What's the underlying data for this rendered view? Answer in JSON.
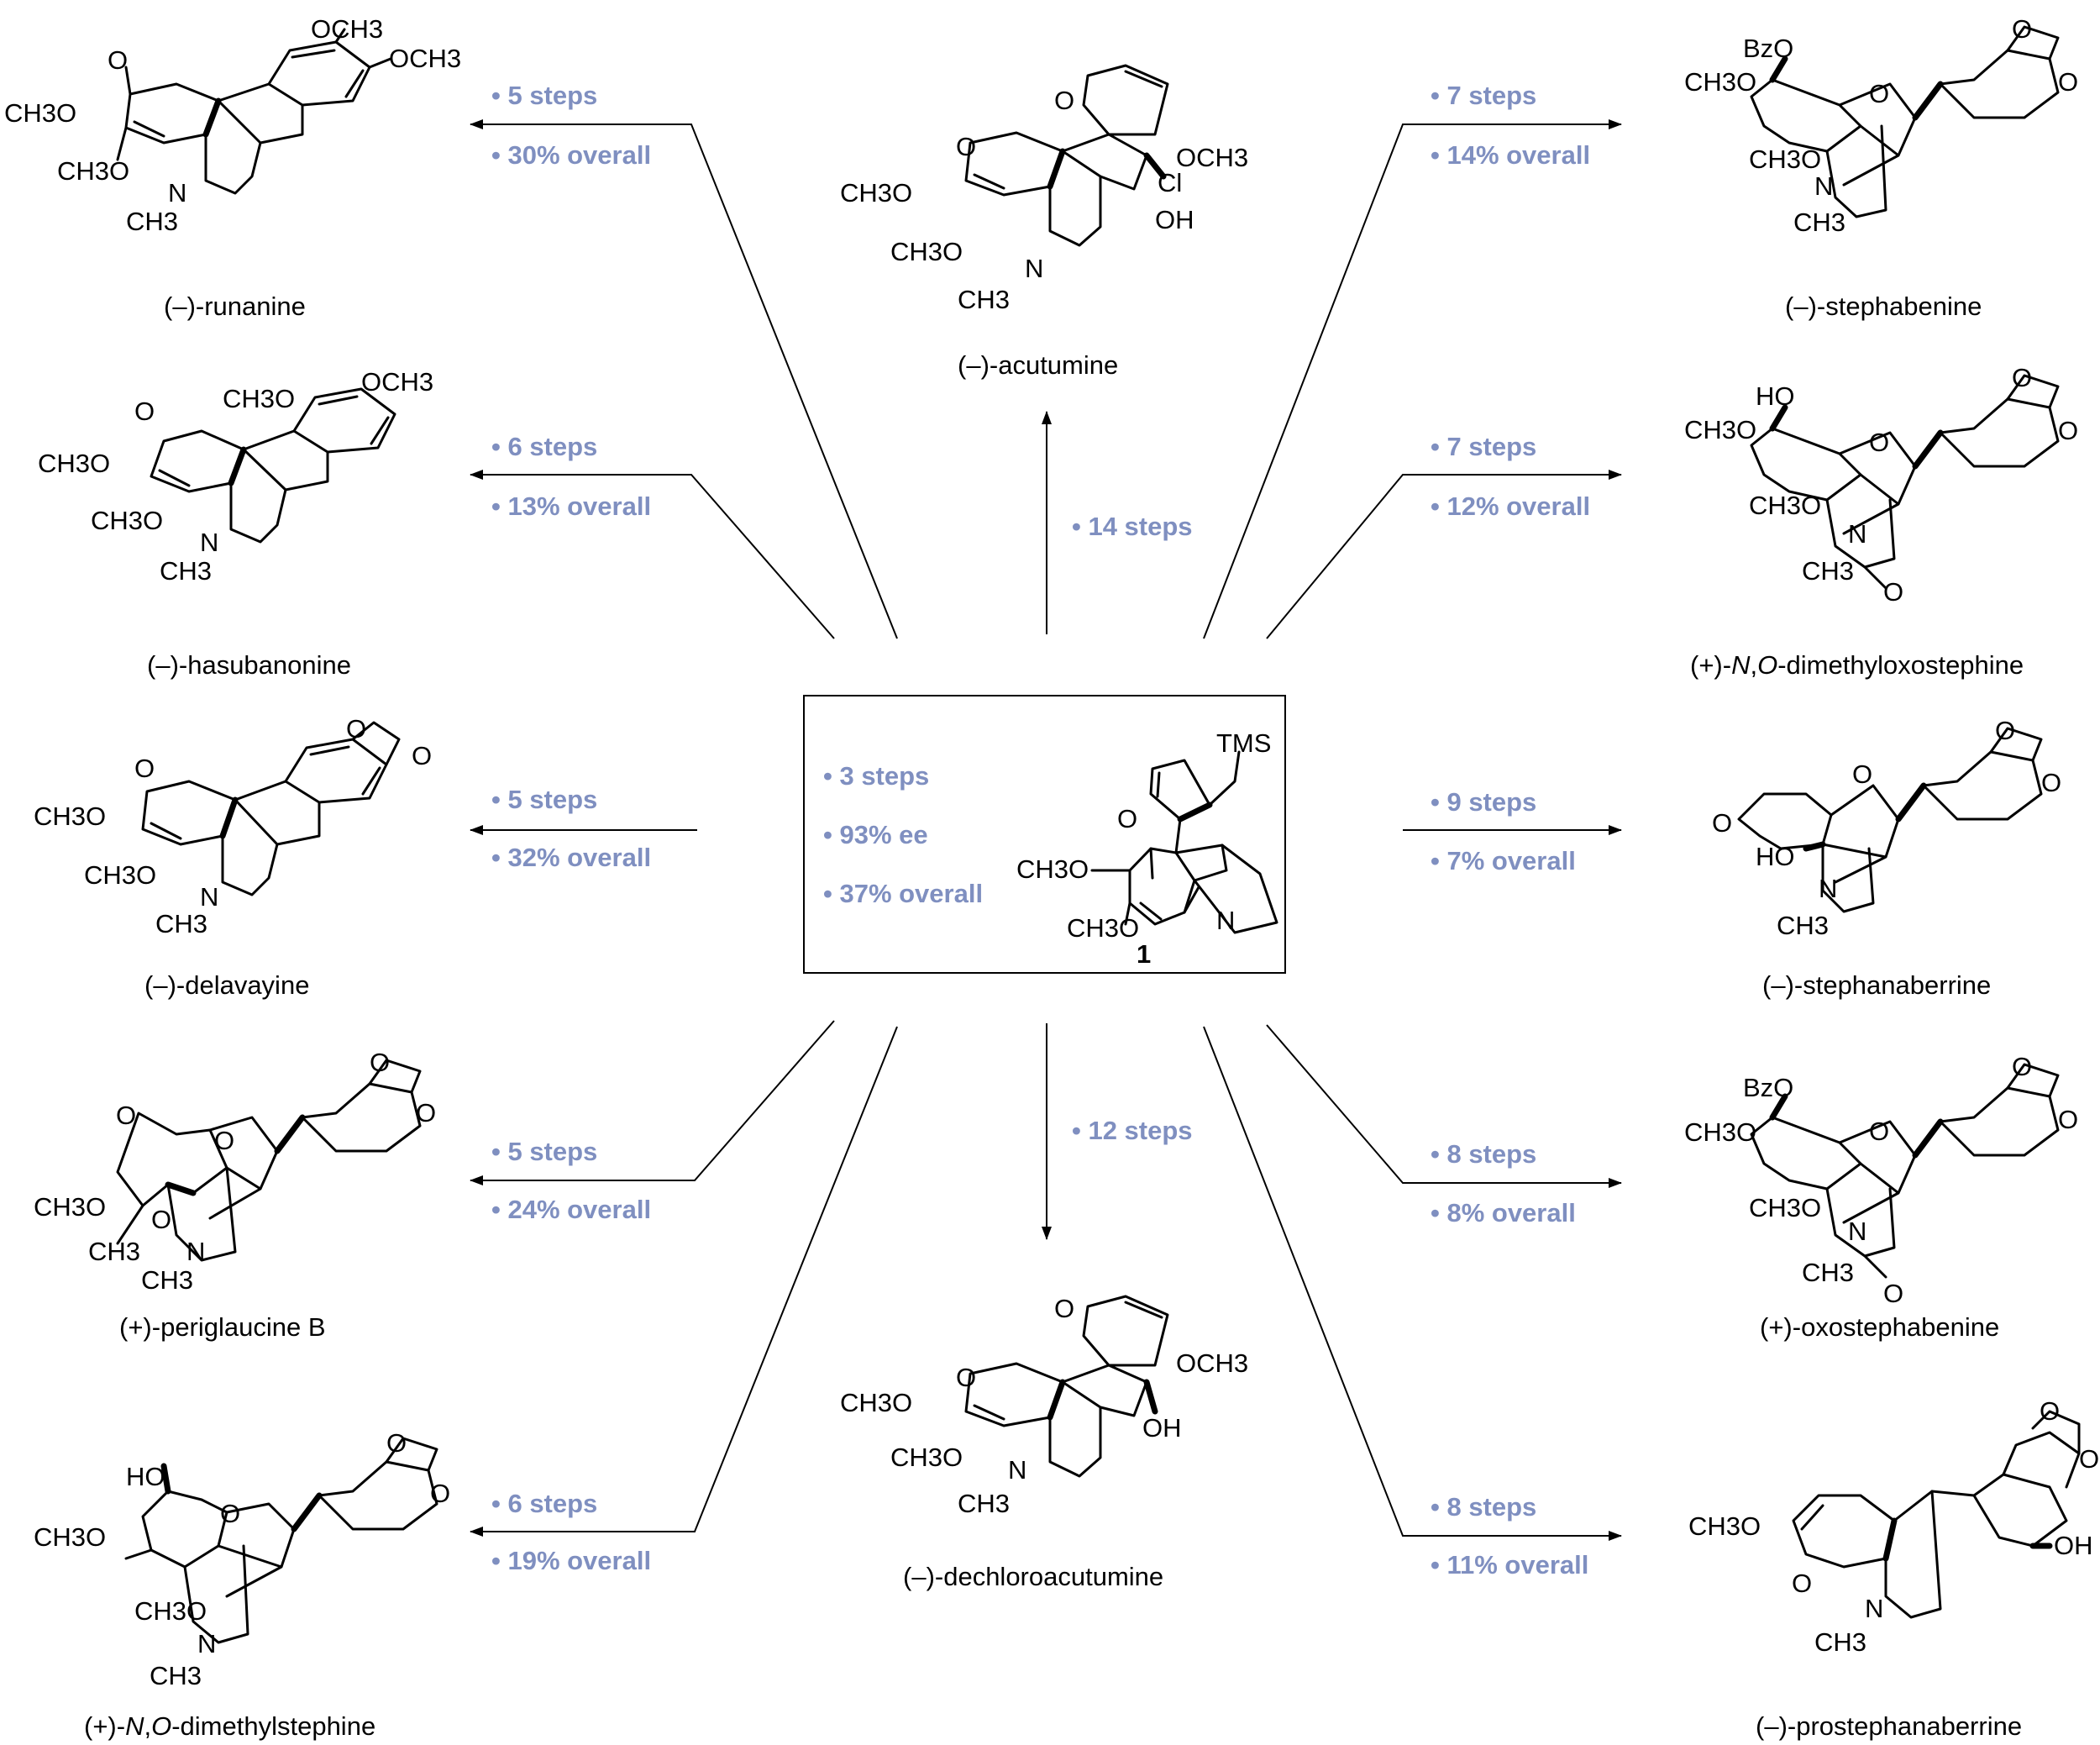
{
  "colors": {
    "ink": "#000000",
    "step_text": "#7f8fc0",
    "background": "#ffffff"
  },
  "center": {
    "compound_number": "1",
    "tms_label": "TMS",
    "stats": [
      "• 3 steps",
      "• 93% ee",
      "• 37% overall"
    ],
    "atoms": {
      "o": "O",
      "n": "N",
      "ome_top": "CH3O",
      "ome_bottom": "CH3O"
    }
  },
  "products": {
    "runanine": {
      "name": "(–)-runanine",
      "steps": "• 5 steps",
      "yield": "• 30% overall"
    },
    "hasubanonine": {
      "name": "(–)-hasubanonine",
      "steps": "• 6 steps",
      "yield": "• 13% overall"
    },
    "delavayine": {
      "name": "(–)-delavayine",
      "steps": "• 5 steps",
      "yield": "• 32% overall"
    },
    "periglaucine_b": {
      "name": "(+)-periglaucine B",
      "steps": "• 5 steps",
      "yield": "• 24% overall"
    },
    "n_o_dimethylstephine": {
      "name_prefix": "(+)-",
      "name_n": "N",
      "name_sep": ",",
      "name_o": "O",
      "name_suffix": "-dimethylstephine",
      "steps": "• 6 steps",
      "yield": "• 19% overall"
    },
    "acutumine": {
      "name": "(–)-acutumine",
      "steps": "• 14 steps"
    },
    "dechloroacutumine": {
      "name": "(–)-dechloroacutumine",
      "steps": "• 12 steps"
    },
    "stephabenine": {
      "name": "(–)-stephabenine",
      "steps": "• 7 steps",
      "yield": "• 14% overall"
    },
    "n_o_dimethyloxostephine": {
      "name_prefix": "(+)-",
      "name_n": "N",
      "name_sep": ",",
      "name_o": "O",
      "name_suffix": "-dimethyloxostephine",
      "steps": "• 7 steps",
      "yield": "• 12% overall"
    },
    "stephanaberrine": {
      "name": "(–)-stephanaberrine",
      "steps": "• 9 steps",
      "yield": "• 7% overall"
    },
    "oxostephabenine": {
      "name": "(+)-oxostephabenine",
      "steps": "• 8 steps",
      "yield": "• 8% overall"
    },
    "prostephanaberrine": {
      "name": "(–)-prostephanaberrine",
      "steps": "• 8 steps",
      "yield": "• 11% overall"
    }
  },
  "atom_labels": {
    "runanine": [
      "O",
      "OCH3",
      "OCH3",
      "CH3O",
      "CH3O",
      "N",
      "CH3"
    ],
    "hasubanonine": [
      "O",
      "CH3O",
      "OCH3",
      "CH3O",
      "CH3O",
      "N",
      "CH3"
    ],
    "delavayine": [
      "O",
      "O",
      "O",
      "CH3O",
      "CH3O",
      "N",
      "CH3"
    ],
    "periglaucine_b": [
      "O",
      "O",
      "O",
      "O",
      "CH3O",
      "O",
      "CH3",
      "N",
      "CH3"
    ],
    "n_o_dimethylstephine": [
      "HO",
      "O",
      "O",
      "CH3O",
      "O",
      "CH3O",
      "N",
      "CH3"
    ],
    "acutumine": [
      "O",
      "O",
      "OCH3",
      "CH3O",
      "Cl",
      "OH",
      "CH3O",
      "N",
      "CH3"
    ],
    "dechloroacutumine": [
      "O",
      "O",
      "OCH3",
      "CH3O",
      "OH",
      "CH3O",
      "N",
      "CH3"
    ],
    "stephabenine": [
      "BzO",
      "O",
      "O",
      "CH3O",
      "O",
      "CH3O",
      "N",
      "CH3"
    ],
    "n_o_dimethyloxostephine": [
      "HO",
      "O",
      "O",
      "CH3O",
      "O",
      "CH3O",
      "N",
      "CH3",
      "O"
    ],
    "stephanaberrine": [
      "O",
      "O",
      "O",
      "O",
      "HO",
      "N",
      "CH3"
    ],
    "oxostephabenine": [
      "BzO",
      "O",
      "O",
      "CH3O",
      "O",
      "CH3O",
      "N",
      "CH3",
      "O"
    ],
    "prostephanaberrine": [
      "O",
      "O",
      "CH3O",
      "OH",
      "O",
      "N",
      "CH3"
    ]
  }
}
